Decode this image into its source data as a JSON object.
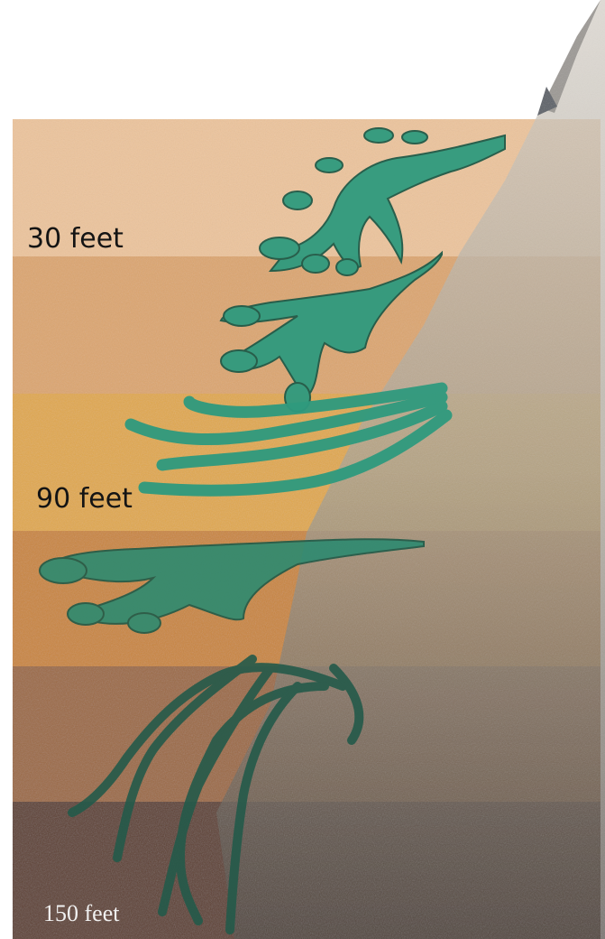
{
  "depth_labels": {
    "shallow": "30 feet",
    "middle": "90 feet",
    "deep": "150 feet"
  },
  "colors": {
    "band_1": "#ecc49c",
    "band_2": "#dca66f",
    "band_3": "#e0a84e",
    "band_4": "#c9863c",
    "band_5": "#9c6a45",
    "band_6": "#5e4030",
    "slope_light": "#cfc8c0",
    "slope_dark": "#6a6660",
    "seaweed_green": "#2f9a7e",
    "seaweed_dark": "#1f5a48"
  }
}
